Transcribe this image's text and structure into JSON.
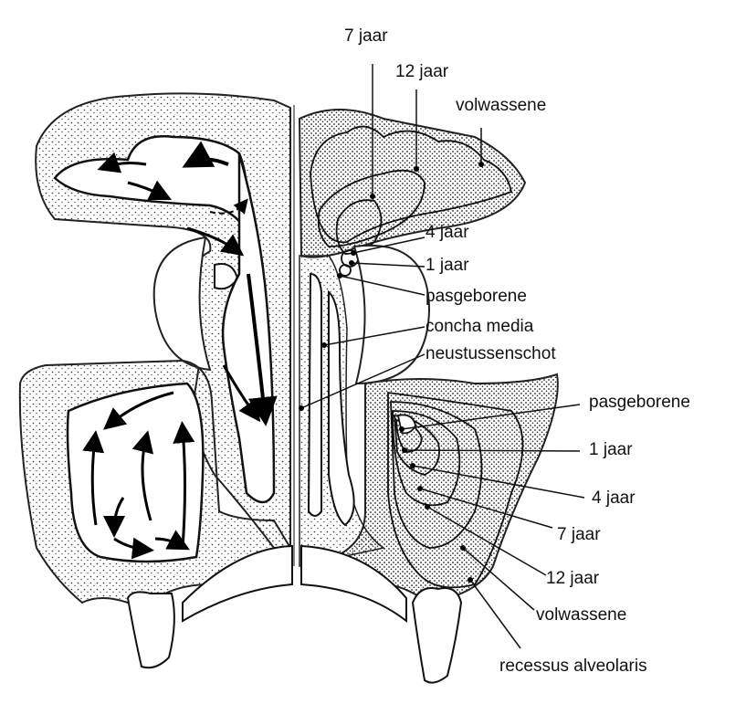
{
  "labels_top": {
    "age_7": "7 jaar",
    "age_12": "12 jaar",
    "adult": "volwassene",
    "age_4": "4 jaar",
    "age_1": "1 jaar",
    "newborn": "pasgeborene",
    "concha": "concha media",
    "septum": "neustussenschot"
  },
  "labels_bottom": {
    "newborn": "pasgeborene",
    "age_1": "1 jaar",
    "age_4": "4 jaar",
    "age_7": "7 jaar",
    "age_12": "12 jaar",
    "adult": "volwassene",
    "recess": "recessus alveolaris"
  }
}
